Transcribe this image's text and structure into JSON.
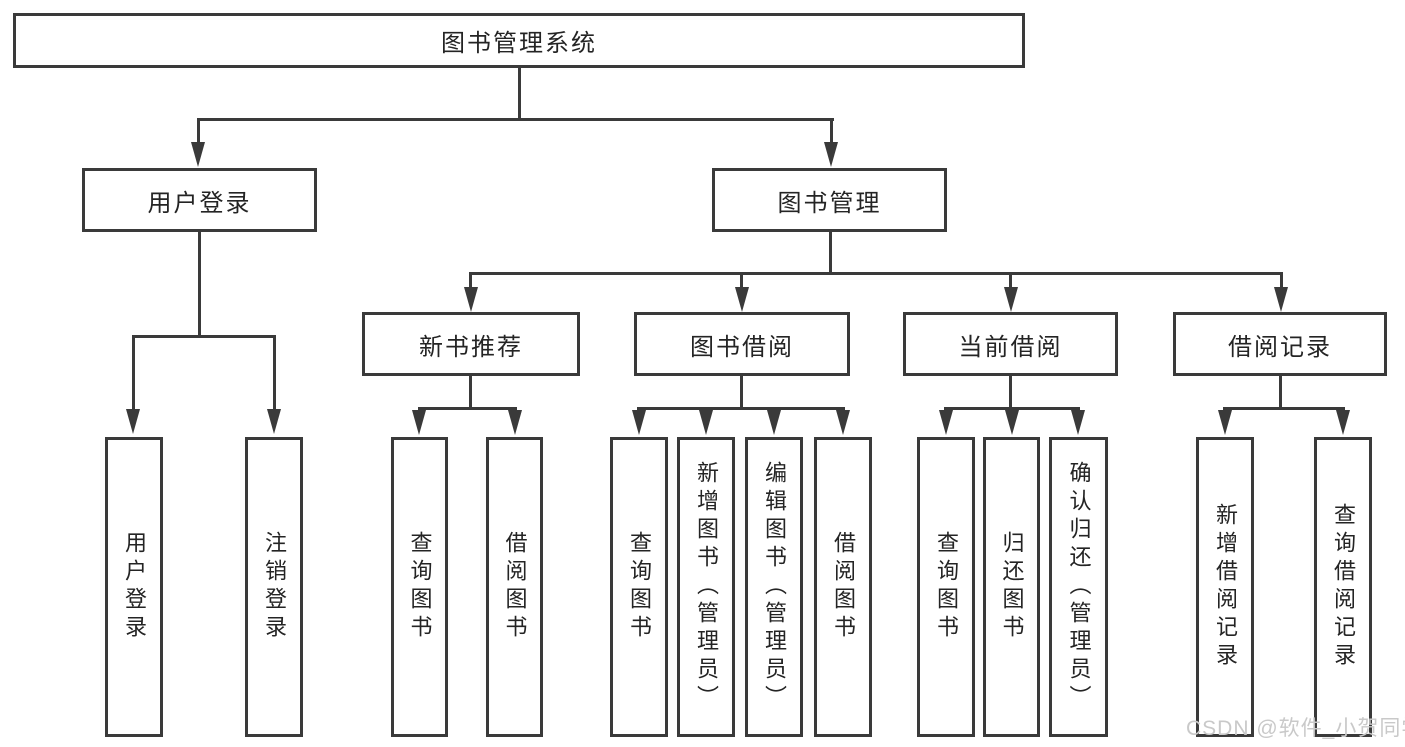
{
  "tree": {
    "label": "图书管理系统",
    "children": [
      {
        "label": "用户登录",
        "children": [
          {
            "label": "用户登录"
          },
          {
            "label": "注销登录"
          }
        ]
      },
      {
        "label": "图书管理",
        "children": [
          {
            "label": "新书推荐",
            "children": [
              {
                "label": "查询图书"
              },
              {
                "label": "借阅图书"
              }
            ]
          },
          {
            "label": "图书借阅",
            "children": [
              {
                "label": "查询图书"
              },
              {
                "label": "新增图书（管理员）"
              },
              {
                "label": "编辑图书（管理员）"
              },
              {
                "label": "借阅图书"
              }
            ]
          },
          {
            "label": "当前借阅",
            "children": [
              {
                "label": "查询图书"
              },
              {
                "label": "归还图书"
              },
              {
                "label": "确认归还（管理员）"
              }
            ]
          },
          {
            "label": "借阅记录",
            "children": [
              {
                "label": "新增借阅记录"
              },
              {
                "label": "查询借阅记录"
              }
            ]
          }
        ]
      }
    ]
  },
  "watermark": {
    "text": "CSDN @软件_小贺同学"
  },
  "colors": {
    "line": "#3a3a3a",
    "text": "#242424",
    "background": "#ffffff",
    "watermark": "#c9c9c9"
  }
}
